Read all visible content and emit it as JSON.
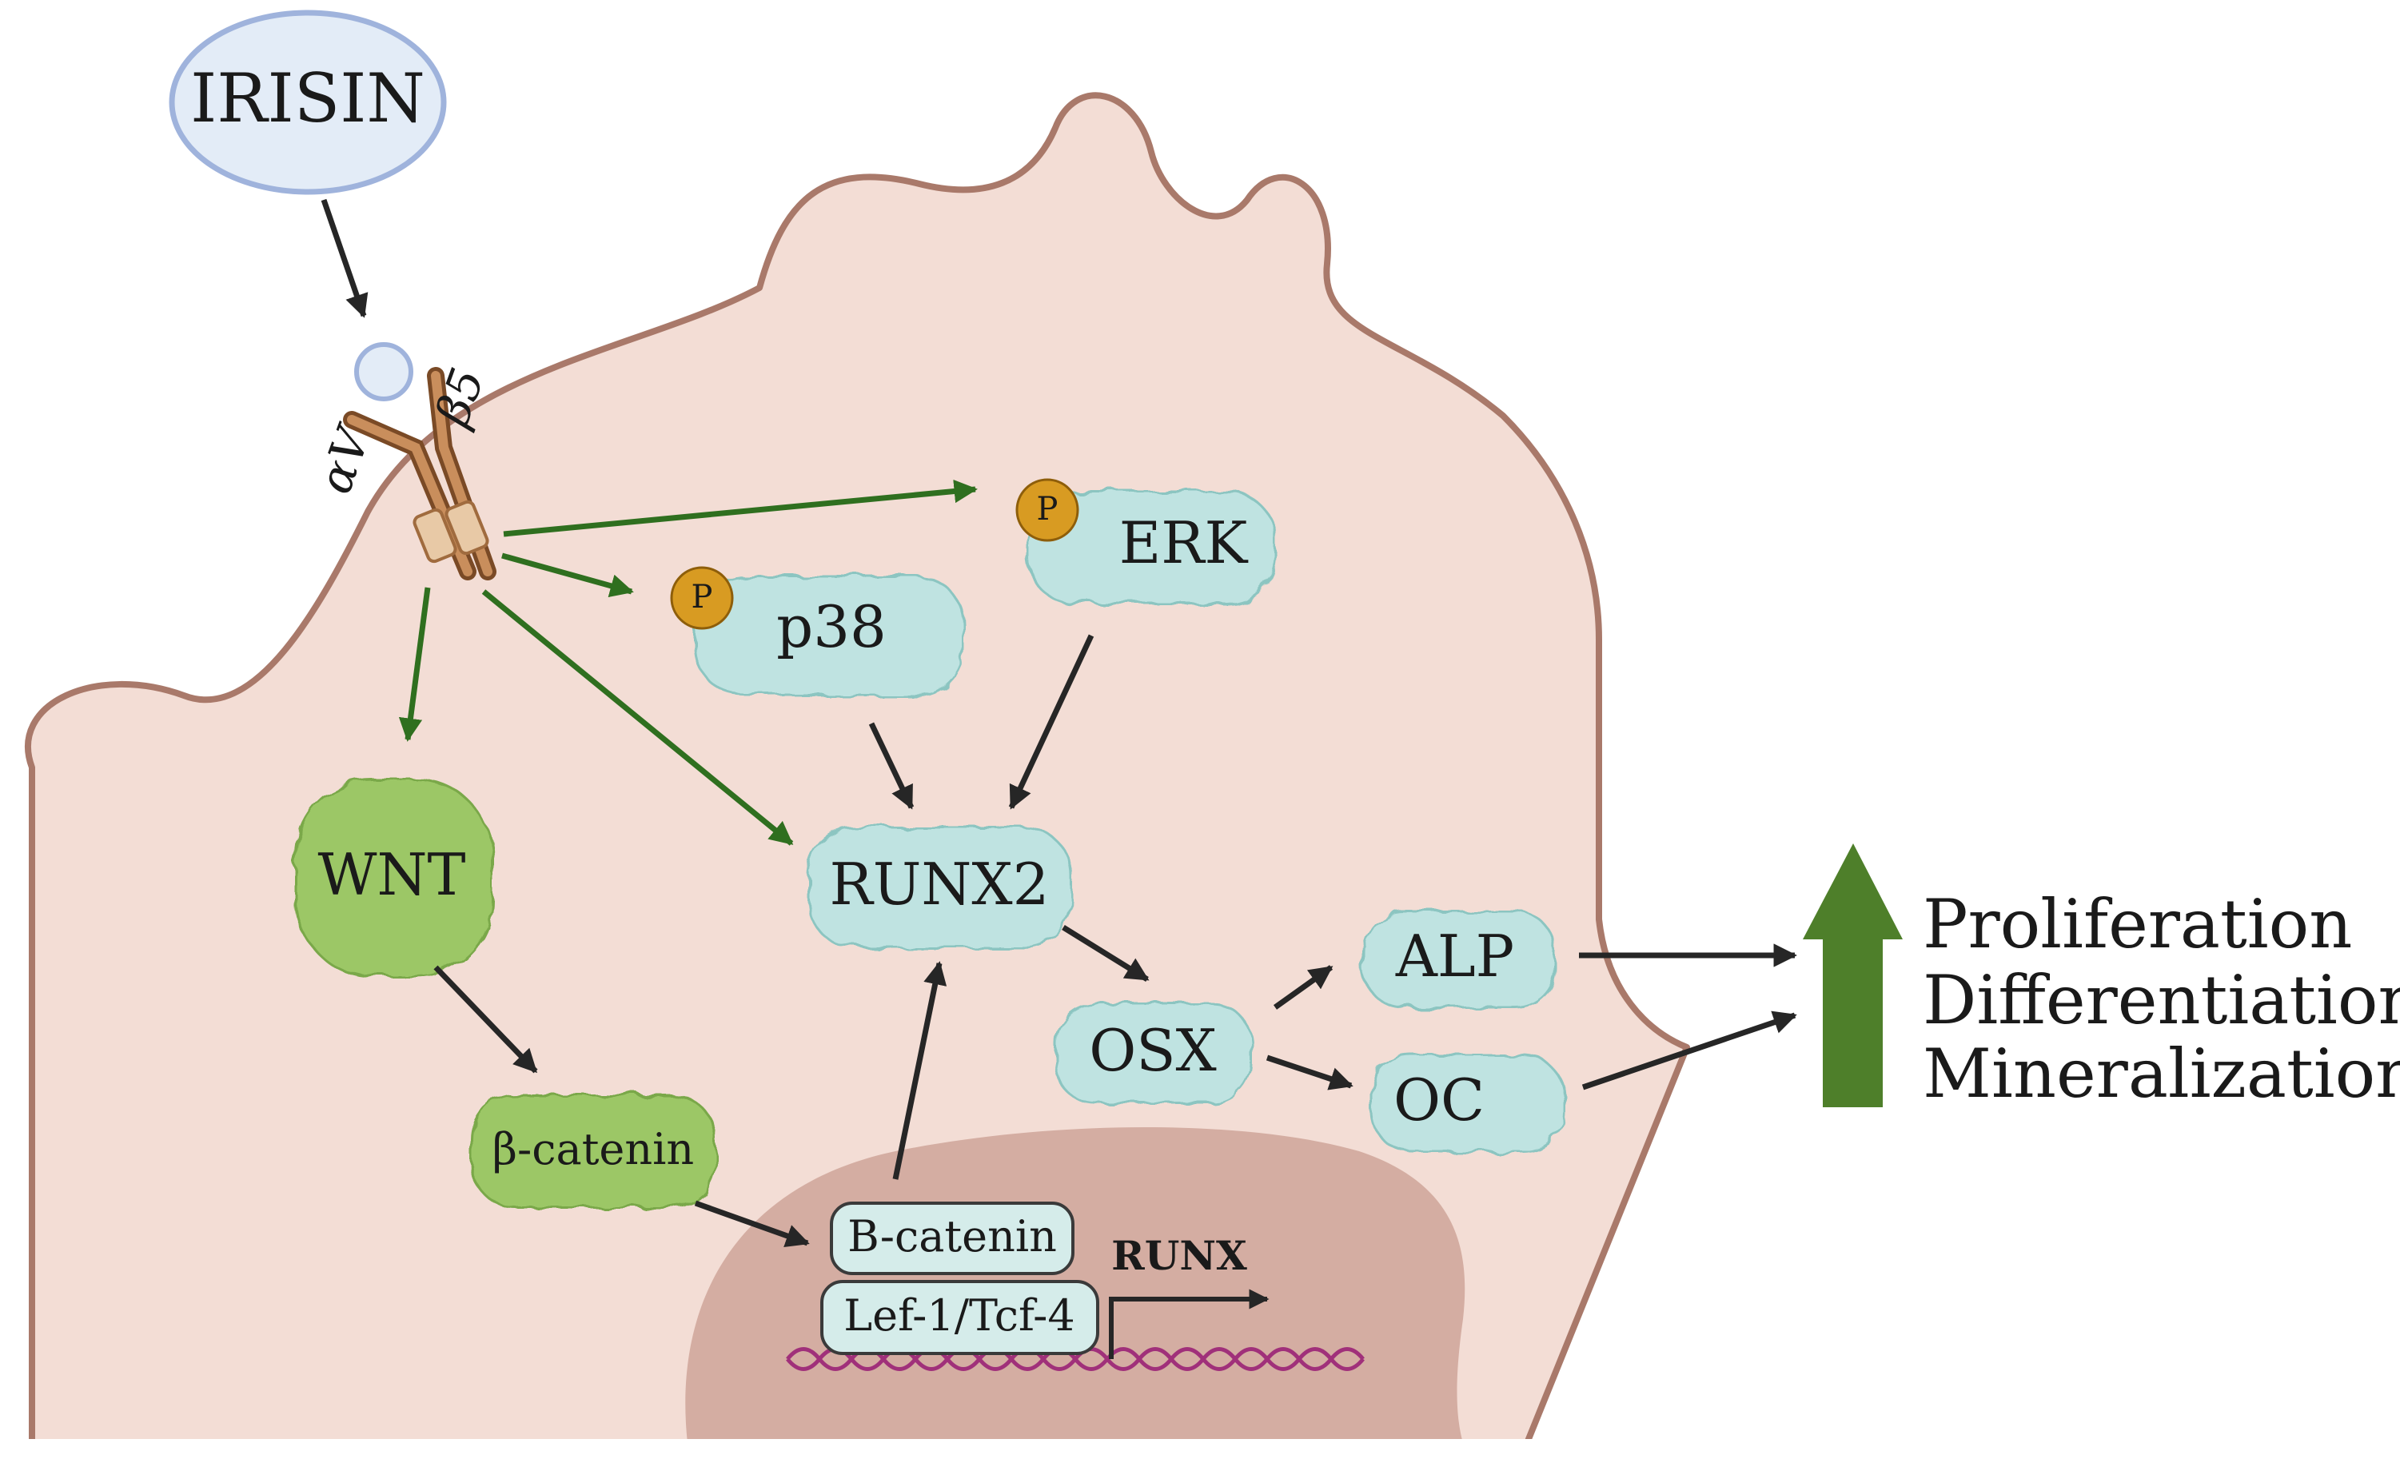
{
  "ligand": {
    "name": "IRISIN"
  },
  "receptor": {
    "alpha_label": "αV",
    "beta_label": "β5"
  },
  "phospho_label": "P",
  "proteins": {
    "erk": "ERK",
    "p38": "p38",
    "wnt": "WNT",
    "beta_catenin": "β-catenin",
    "runx2": "RUNX2",
    "osx": "OSX",
    "alp": "ALP",
    "oc": "OC"
  },
  "nucleus": {
    "complex_top": "B-catenin",
    "complex_bottom": "Lef-1/Tcf-4",
    "gene": "RUNX"
  },
  "outcomes": [
    "Proliferation",
    "Differentiation",
    "Mineralization"
  ],
  "colors": {
    "cell_fill": "#f3ddd5",
    "cell_stroke": "#a9796a",
    "nucleus_fill": "#d4ada2",
    "teal_protein": "#bfe3e1",
    "green_protein": "#9cc766",
    "green_arrow": "#2f6f1f",
    "black_arrow": "#262626",
    "up_arrow": "#4e7f2a",
    "phospho": "#d89b22",
    "irisin_fill": "#e3ecf7",
    "irisin_stroke": "#9fb3dc",
    "dna": "#a0307a"
  }
}
